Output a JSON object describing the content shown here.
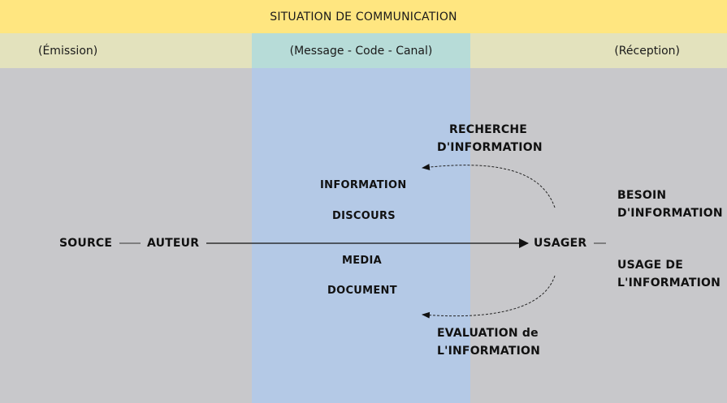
{
  "title": "SITUATION DE COMMUNICATION",
  "headers": {
    "emission": "(Émission)",
    "message": "(Message - Code - Canal)",
    "reception": "(Réception)"
  },
  "nodes": {
    "source": "SOURCE",
    "auteur": "AUTEUR",
    "usager": "USAGER"
  },
  "middle_items": [
    "INFORMATION",
    "DISCOURS",
    "MEDIA",
    "DOCUMENT"
  ],
  "recherche": [
    "RECHERCHE",
    "D'INFORMATION"
  ],
  "evaluation": [
    "EVALUATION de",
    "L'INFORMATION"
  ],
  "besoin": [
    "BESOIN",
    "D'INFORMATION"
  ],
  "usage": [
    "USAGE DE",
    "L'INFORMATION"
  ],
  "colors": {
    "title_bg": "#ffe680",
    "side_header_bg": "#e3e2bd",
    "middle_header_bg": "#b7dcd8",
    "side_panel_bg": "#c8c8cb",
    "middle_panel_bg": "#b4c9e6"
  }
}
